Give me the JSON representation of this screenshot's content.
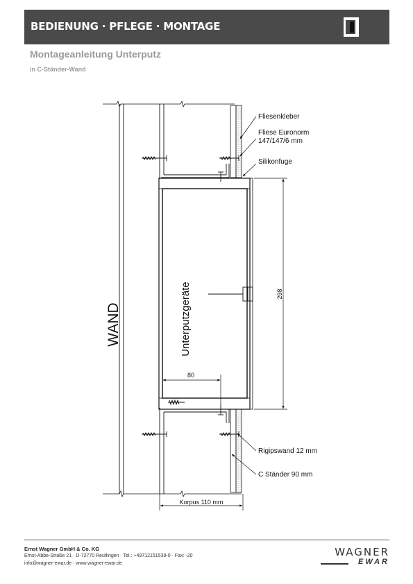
{
  "header": {
    "title": "BEDIENUNG · PFLEGE · MONTAGE",
    "logo_icon": "wagner-square-logo-icon"
  },
  "document": {
    "title": "Montageanleitung Unterputz",
    "subtitle": "in C-Ständer-Wand"
  },
  "drawing": {
    "wall_label": "WAND",
    "device_label": "Unterputzgeräte",
    "callouts": {
      "tile_adhesive": "Fliesenkleber",
      "tile_line1": "Fliese Euronorm",
      "tile_line2": "147/147/6 mm",
      "silicone": "Silikonfuge",
      "drywall": "Rigipswand 12 mm",
      "stud": "C Ständer 90 mm"
    },
    "dimensions": {
      "height": "298",
      "offset": "80",
      "body_depth": "Korpus 110 mm"
    }
  },
  "footer": {
    "company": "Ernst Wagner GmbH & Co. KG",
    "address": "Ernst-Abbe-Straße 21 · D-72770 Reutlingen · Tel.: +49712151539-0 · Fax: -20",
    "contact": "info@wagner-ewar.de · www.wagner-ewar.de",
    "brand_top": "WAGNER",
    "brand_bottom": "EWAR"
  },
  "colors": {
    "header_bg": "#4a4a4a",
    "title_gray": "#9a9a9a"
  }
}
